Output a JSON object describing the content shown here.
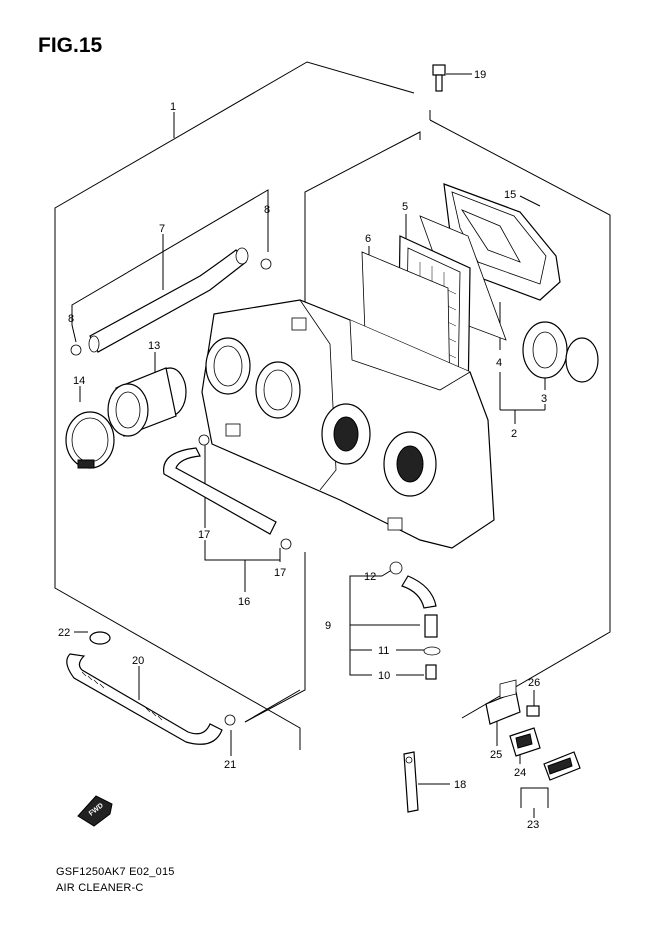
{
  "figure": {
    "title": "FIG.15",
    "code": "GSF1250AK7 E02_015",
    "name": "AIR CLEANER-C",
    "fwd_label": "FWD"
  },
  "callouts": [
    {
      "id": "c1",
      "label": "1"
    },
    {
      "id": "c2",
      "label": "2"
    },
    {
      "id": "c3",
      "label": "3"
    },
    {
      "id": "c4",
      "label": "4"
    },
    {
      "id": "c5",
      "label": "5"
    },
    {
      "id": "c6",
      "label": "6"
    },
    {
      "id": "c7",
      "label": "7"
    },
    {
      "id": "c8a",
      "label": "8"
    },
    {
      "id": "c8b",
      "label": "8"
    },
    {
      "id": "c9",
      "label": "9"
    },
    {
      "id": "c10",
      "label": "10"
    },
    {
      "id": "c11",
      "label": "11"
    },
    {
      "id": "c12",
      "label": "12"
    },
    {
      "id": "c13",
      "label": "13"
    },
    {
      "id": "c14",
      "label": "14"
    },
    {
      "id": "c15",
      "label": "15"
    },
    {
      "id": "c16",
      "label": "16"
    },
    {
      "id": "c17a",
      "label": "17"
    },
    {
      "id": "c17b",
      "label": "17"
    },
    {
      "id": "c18",
      "label": "18"
    },
    {
      "id": "c19",
      "label": "19"
    },
    {
      "id": "c20",
      "label": "20"
    },
    {
      "id": "c21",
      "label": "21"
    },
    {
      "id": "c22",
      "label": "22"
    },
    {
      "id": "c23",
      "label": "23"
    },
    {
      "id": "c24",
      "label": "24"
    },
    {
      "id": "c25",
      "label": "25"
    },
    {
      "id": "c26",
      "label": "26"
    }
  ]
}
